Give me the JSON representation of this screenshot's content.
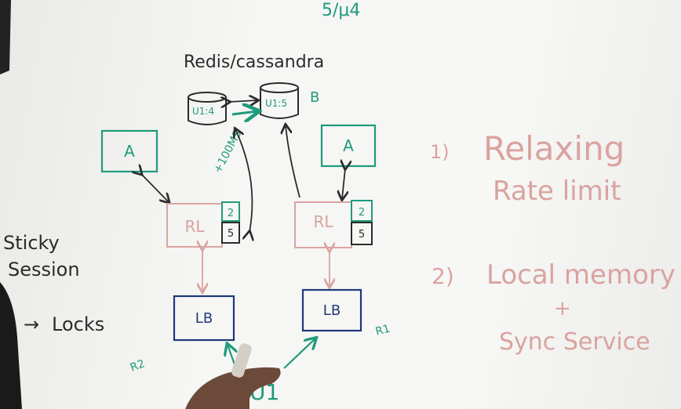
{
  "colors": {
    "black_marker": "#2b2b2b",
    "teal_marker": "#1f9a7c",
    "pink_marker": "#d9a3a0",
    "navy_marker": "#1f3a7a",
    "board": "#f4f4f2"
  },
  "top_scribble": "5/μ4",
  "store": {
    "title": "Redis/cassandra",
    "db_left_label": "U1:4",
    "db_right_label": "U1:5",
    "region_b": "B",
    "sync_note": "+100MS"
  },
  "left_stack": {
    "app": "A",
    "rate_limiter": "RL",
    "local_counts": [
      "2",
      "5"
    ],
    "load_balancer": "LB",
    "region": "R2"
  },
  "right_stack": {
    "app": "A",
    "rate_limiter": "RL",
    "local_counts": [
      "2",
      "5"
    ],
    "load_balancer": "LB",
    "region": "R1"
  },
  "user_label": "U1",
  "notes": {
    "sticky_session": [
      "Sticky",
      "Session"
    ],
    "locks_arrow": "→",
    "locks": "Locks"
  },
  "options": [
    {
      "number": "1)",
      "lines": [
        "Relaxing",
        "Rate limit"
      ]
    },
    {
      "number": "2)",
      "lines": [
        "Local memory",
        "+",
        "Sync Service"
      ]
    }
  ]
}
